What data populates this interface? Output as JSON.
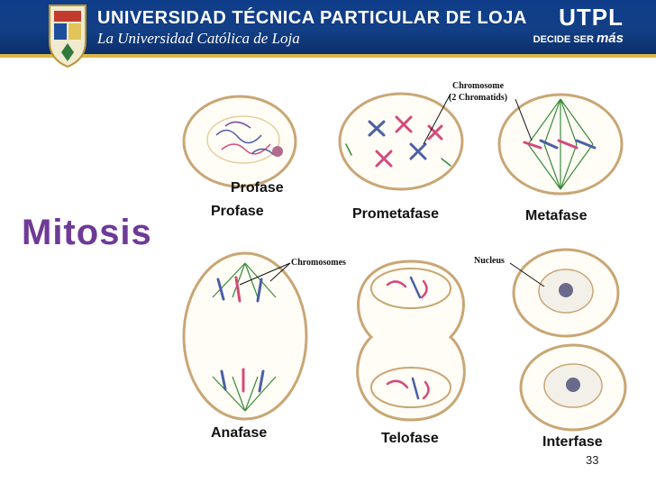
{
  "header": {
    "university": "UNIVERSIDAD TÉCNICA PARTICULAR DE LOJA",
    "subtitle": "La Universidad Católica de Loja",
    "logo_text": "UTPL",
    "logo_sub_prefix": "DECIDE SER",
    "logo_sub_emph": "más",
    "colors": {
      "banner": "#123f86",
      "stripe": "#d9b84a"
    }
  },
  "slide": {
    "title": "Mitosis",
    "title_color": "#6f3a96",
    "page_number": "33"
  },
  "stages": {
    "profase_top": "Profase",
    "profase": "Profase",
    "prometafase": "Prometafase",
    "metafase": "Metafase",
    "anafase": "Anafase",
    "telofase": "Telofase",
    "interfase": "Interfase"
  },
  "annotations": {
    "chromosome": "Chromosome",
    "chromatids": "(2 Chromatids)",
    "chromosomes": "Chromosomes",
    "nucleus": "Nucleus"
  }
}
